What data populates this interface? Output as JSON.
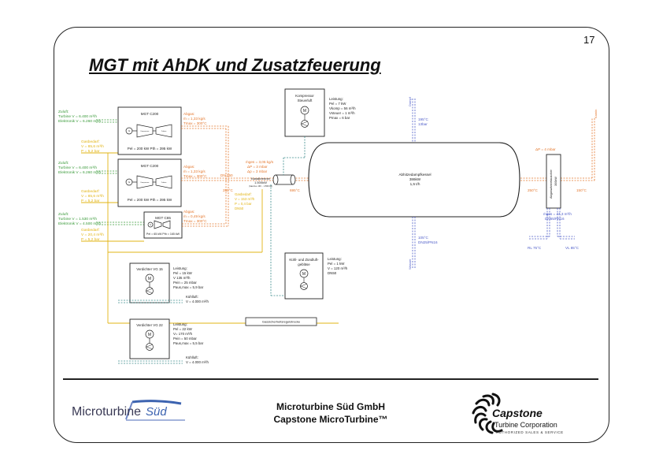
{
  "page_number": "17",
  "title": "MGT mit AhDK und Zusatzfeuerung",
  "footer": {
    "company_line1": "Microturbine Süd GmbH",
    "company_line2": "Capstone MicroTurbine™",
    "logo_left_word1": "Microturbine",
    "logo_left_word2": "Süd",
    "logo_right_name": "Capstone",
    "logo_right_corp": "Turbine Corporation",
    "logo_right_sub": "AUTHORIZED SALES & SERVICE"
  },
  "colors": {
    "green": "#3a9a3a",
    "orange": "#e4772d",
    "yellow": "#e2b414",
    "teal": "#3c8c8c",
    "blue": "#4d5cc8",
    "dark": "#222222"
  },
  "diagram": {
    "zuluft1": [
      "Zuluft:",
      "Turbine   V = 6.400 m³/h",
      "Elektronik V = 6.260 m³/h"
    ],
    "zuluft2": [
      "Zuluft:",
      "Turbine   V = 6.400 m³/h",
      "Elektronik V = 6.260 m³/h"
    ],
    "zuluft3": [
      "Zuluft:",
      "Turbine   V = 1.530 m³/h",
      "Elektronik V = 4.500 m³/h"
    ],
    "gas1": [
      "Gasbedarf:",
      "V = 85,6 m³/h",
      "P = 5,2 bar"
    ],
    "gas2": [
      "Gasbedarf:",
      "V = 85,6 m³/h",
      "P = 5,2 bar"
    ],
    "gas3": [
      "Gasbedarf:",
      "V = 20,4 m³/h",
      "P = 5,2 bar"
    ],
    "mgt1": {
      "name": "MGT C200",
      "comp": "Kompressor",
      "turb": "Turbine",
      "g": "G",
      "perf": "Pel = 200 kW  Pth = 395 kW"
    },
    "mgt2": {
      "name": "MGT C200",
      "comp": "Kompressor",
      "turb": "Turbine",
      "g": "G",
      "perf": "Pel = 200 kW  Pth = 395 kW"
    },
    "mgt3": {
      "name": "MGT C65",
      "g": "G",
      "perf": "Pel = 65 kW  Pth = 165 kW"
    },
    "abgas1": [
      "Abgas:",
      "ṁ = 1,33 kg/s",
      "Tmax = 300°C"
    ],
    "abgas2": [
      "Abgas:",
      "ṁ = 1,33 kg/s",
      "Tmax = 300°C"
    ],
    "abgas3": [
      "Abgas:",
      "ṁ = 0,49 kg/s",
      "Tmax = 300°C"
    ],
    "dn": "DN 250",
    "temp280": "280°C",
    "mix": [
      "ṁges = 3,05 kg/s",
      "ΔP = 3 mbar",
      "Δp = 3 mbar"
    ],
    "kanal": [
      "Kanalbrenner",
      "1.500kW",
      "(Gas-Feu. 100 ... 1.500 kW)"
    ],
    "gasbedarf_brenner": [
      "Gasbedarf:",
      "V = 153 m³/h",
      "P = 0,4 bar",
      "DN50"
    ],
    "kompressor": [
      "Kompressor",
      "Steuerluft",
      "M"
    ],
    "kompressor_leistung": [
      "Leistung:",
      "Pel = 7 kW",
      "Vkomp = 56 m³/h",
      "Vsteuer = 1 m³/h",
      "Pmax = 6 bar"
    ],
    "einlass": [
      "Einlass 2451°C",
      "ΔP = 4 mbar"
    ],
    "temp695": "695°C",
    "kessel": [
      "Abhitzedampfkessel",
      "386kW",
      "1,5 t/h"
    ],
    "dampf": "Dampf",
    "dampf_top": [
      "195°C",
      "13bar"
    ],
    "dampf_bottom": [
      "105°C",
      "DN25/PN16"
    ],
    "wasser": "Wasser",
    "tauscher": [
      "Abgaswärmetauscher",
      "300kW"
    ],
    "dp4": "ΔP = 4 mbar",
    "temp250": "250°C",
    "temp150": "150°C",
    "kamin": "Kamin",
    "flow": [
      "ṁges = 44,3 m³/h",
      "DN65/PN16"
    ],
    "rl": "RL 75°C",
    "vl": "VL 85°C",
    "kuehl": [
      "Kühl- und Zündluft-",
      "gebläse",
      "M"
    ],
    "kuehl_leistung": [
      "Leistung:",
      "Pel = 1 kW",
      "V = 120 m³/h",
      "DN50"
    ],
    "vg15": {
      "name": "Verdichter VG 15",
      "m": "M",
      "leistung": [
        "Leistung:",
        "Pel = 15 kW",
        "V 135 m³/h",
        "Pein = 25 mbar",
        "Paus,max = 5,9 bar"
      ]
    },
    "vg22": {
      "name": "Verdichter VG 22",
      "m": "M",
      "leistung": [
        "Leistung:",
        "Pel = 22 kW",
        "V= 170 m³/h",
        "Pein = 50 mbar",
        "Paus,max = 5,5 bar"
      ]
    },
    "kuehlluft1": [
      "Kühlluft:",
      "V = 4.000 m³/h"
    ],
    "kuehlluft2": [
      "Kühlluft:",
      "V = 4.000 m³/h"
    ],
    "gassicherheit": "Gassicherheitsregelstrecke"
  }
}
